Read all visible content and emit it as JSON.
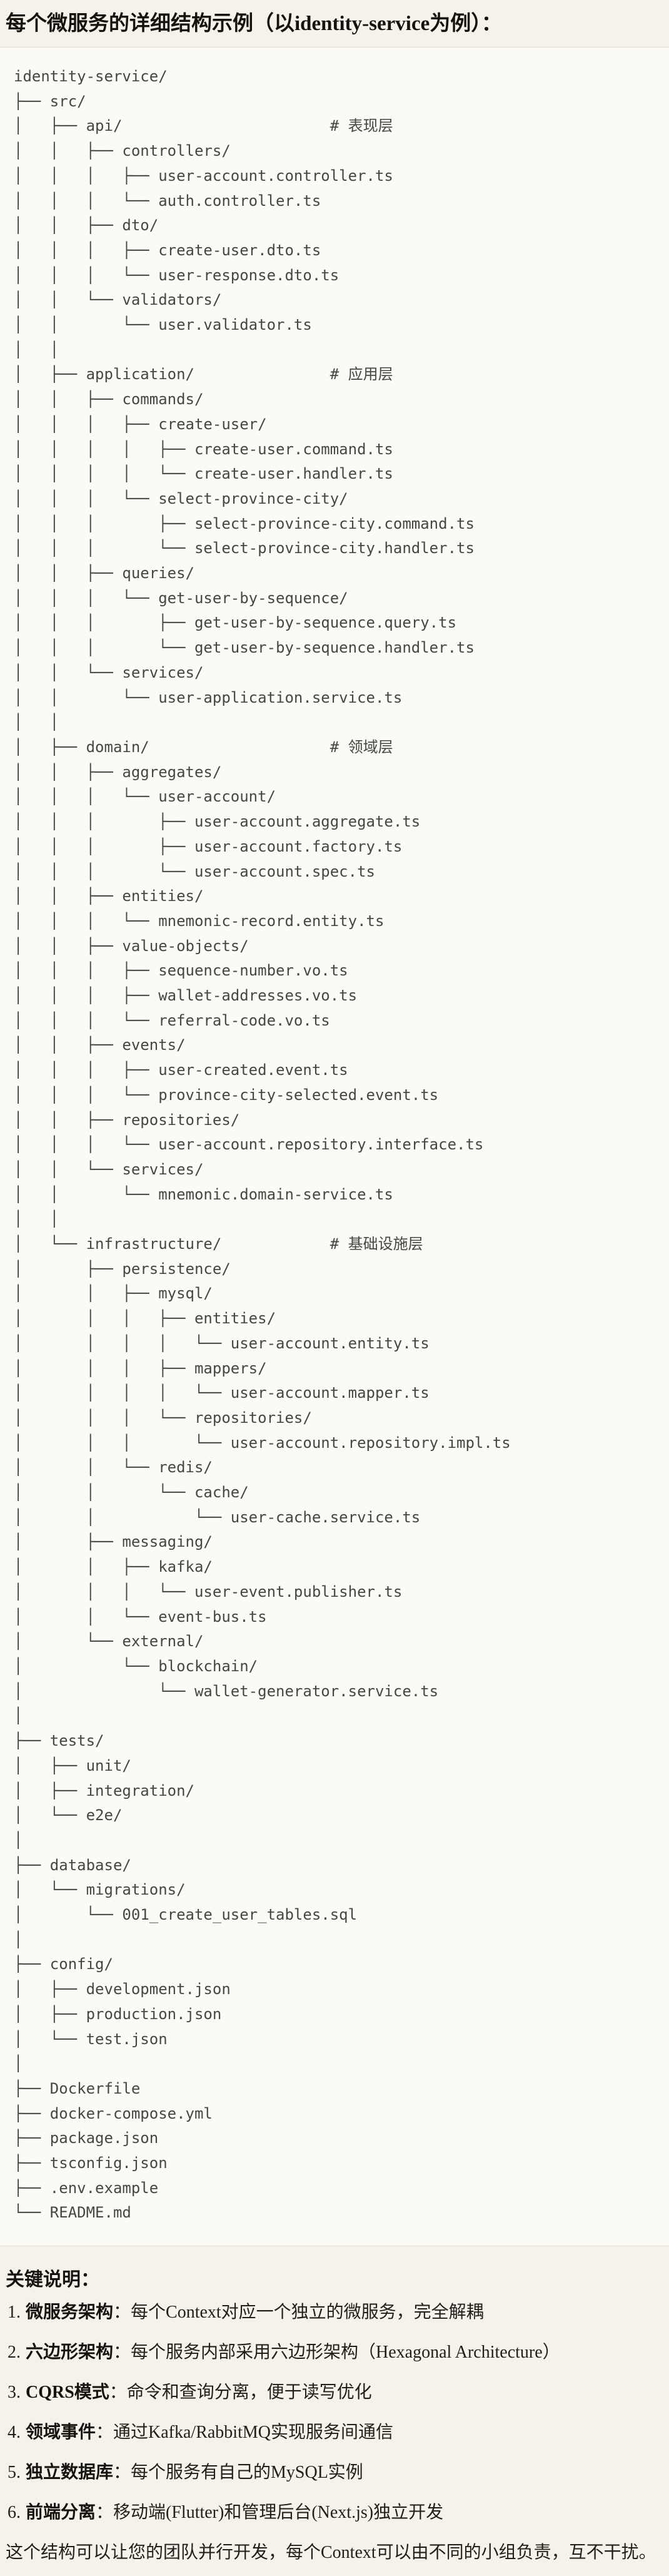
{
  "title": "每个微服务的详细结构示例（以identity-service为例）：",
  "tree": {
    "lines": [
      "identity-service/",
      "├── src/",
      "│   ├── api/                       # 表现层",
      "│   │   ├── controllers/",
      "│   │   │   ├── user-account.controller.ts",
      "│   │   │   └── auth.controller.ts",
      "│   │   ├── dto/",
      "│   │   │   ├── create-user.dto.ts",
      "│   │   │   └── user-response.dto.ts",
      "│   │   └── validators/",
      "│   │       └── user.validator.ts",
      "│   │",
      "│   ├── application/               # 应用层",
      "│   │   ├── commands/",
      "│   │   │   ├── create-user/",
      "│   │   │   │   ├── create-user.command.ts",
      "│   │   │   │   └── create-user.handler.ts",
      "│   │   │   └── select-province-city/",
      "│   │   │       ├── select-province-city.command.ts",
      "│   │   │       └── select-province-city.handler.ts",
      "│   │   ├── queries/",
      "│   │   │   └── get-user-by-sequence/",
      "│   │   │       ├── get-user-by-sequence.query.ts",
      "│   │   │       └── get-user-by-sequence.handler.ts",
      "│   │   └── services/",
      "│   │       └── user-application.service.ts",
      "│   │",
      "│   ├── domain/                    # 领域层",
      "│   │   ├── aggregates/",
      "│   │   │   └── user-account/",
      "│   │   │       ├── user-account.aggregate.ts",
      "│   │   │       ├── user-account.factory.ts",
      "│   │   │       └── user-account.spec.ts",
      "│   │   ├── entities/",
      "│   │   │   └── mnemonic-record.entity.ts",
      "│   │   ├── value-objects/",
      "│   │   │   ├── sequence-number.vo.ts",
      "│   │   │   ├── wallet-addresses.vo.ts",
      "│   │   │   └── referral-code.vo.ts",
      "│   │   ├── events/",
      "│   │   │   ├── user-created.event.ts",
      "│   │   │   └── province-city-selected.event.ts",
      "│   │   ├── repositories/",
      "│   │   │   └── user-account.repository.interface.ts",
      "│   │   └── services/",
      "│   │       └── mnemonic.domain-service.ts",
      "│   │",
      "│   └── infrastructure/            # 基础设施层",
      "│       ├── persistence/",
      "│       │   ├── mysql/",
      "│       │   │   ├── entities/",
      "│       │   │   │   └── user-account.entity.ts",
      "│       │   │   ├── mappers/",
      "│       │   │   │   └── user-account.mapper.ts",
      "│       │   │   └── repositories/",
      "│       │   │       └── user-account.repository.impl.ts",
      "│       │   └── redis/",
      "│       │       └── cache/",
      "│       │           └── user-cache.service.ts",
      "│       ├── messaging/",
      "│       │   ├── kafka/",
      "│       │   │   └── user-event.publisher.ts",
      "│       │   └── event-bus.ts",
      "│       └── external/",
      "│           └── blockchain/",
      "│               └── wallet-generator.service.ts",
      "│",
      "├── tests/",
      "│   ├── unit/",
      "│   ├── integration/",
      "│   └── e2e/",
      "│",
      "├── database/",
      "│   └── migrations/",
      "│       └── 001_create_user_tables.sql",
      "│",
      "├── config/",
      "│   ├── development.json",
      "│   ├── production.json",
      "│   └── test.json",
      "│",
      "├── Dockerfile",
      "├── docker-compose.yml",
      "├── package.json",
      "├── tsconfig.json",
      "├── .env.example",
      "└── README.md"
    ]
  },
  "notes": {
    "heading": "关键说明：",
    "items": [
      {
        "num": "1.",
        "label": "微服务架构",
        "text": "：每个Context对应一个独立的微服务，完全解耦"
      },
      {
        "num": "2.",
        "label": "六边形架构",
        "text": "：每个服务内部采用六边形架构（Hexagonal Architecture）"
      },
      {
        "num": "3.",
        "label": "CQRS模式",
        "text": "：命令和查询分离，便于读写优化"
      },
      {
        "num": "4.",
        "label": "领域事件",
        "text": "：通过Kafka/RabbitMQ实现服务间通信"
      },
      {
        "num": "5.",
        "label": "独立数据库",
        "text": "：每个服务有自己的MySQL实例"
      },
      {
        "num": "6.",
        "label": "前端分离",
        "text": "：移动端(Flutter)和管理后台(Next.js)独立开发"
      }
    ],
    "footer": "这个结构可以让您的团队并行开发，每个Context可以由不同的小组负责，互不干扰。"
  }
}
